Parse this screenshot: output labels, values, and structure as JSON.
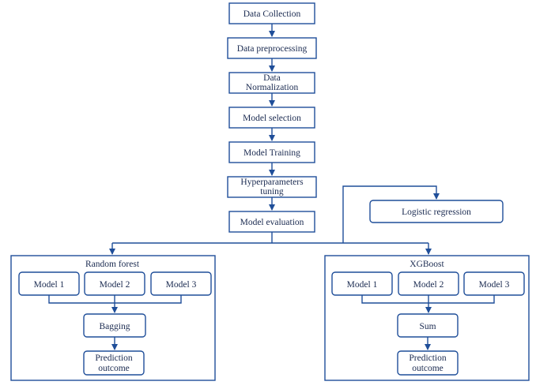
{
  "steps": {
    "data_collection": "Data Collection",
    "data_preprocessing": "Data preprocessing",
    "data_normalization": [
      "Data",
      "Normalization"
    ],
    "model_selection": "Model selection",
    "model_training": "Model Training",
    "hyperparameters_tuning": [
      "Hyperparameters",
      "tuning"
    ],
    "model_evaluation": "Model evaluation",
    "logistic_regression": "Logistic regression"
  },
  "random_forest": {
    "title": "Random forest",
    "models": [
      "Model 1",
      "Model 2",
      "Model 3"
    ],
    "combine": "Bagging",
    "outcome": [
      "Prediction",
      "outcome"
    ]
  },
  "xgboost": {
    "title": "XGBoost",
    "models": [
      "Model 1",
      "Model 2",
      "Model 3"
    ],
    "combine": "Sum",
    "outcome": [
      "Prediction",
      "outcome"
    ]
  },
  "colors": {
    "stroke": "#1f4e99",
    "text": "#1a2a50"
  }
}
